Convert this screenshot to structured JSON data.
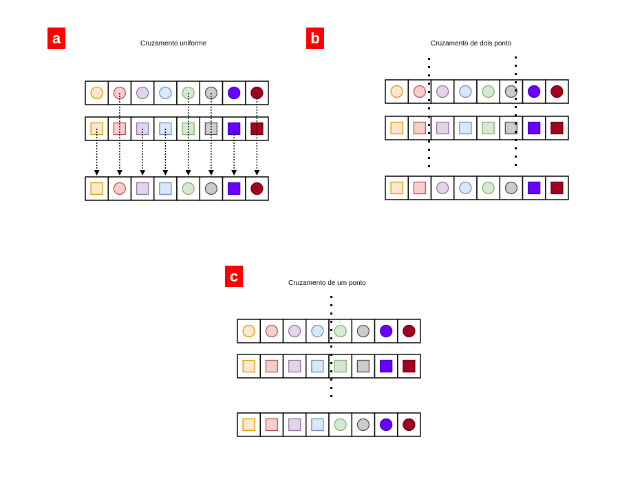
{
  "panels": {
    "a": {
      "letter": "a",
      "title": "Cruzamento uniforme"
    },
    "b": {
      "letter": "b",
      "title": "Cruzamento de dois ponto"
    },
    "c": {
      "letter": "c",
      "title": "Cruzamento de um ponto"
    }
  },
  "colors": {
    "badge": "#ff0000",
    "genes": [
      {
        "fill": "#ffe6cc",
        "stroke": "#d79b00"
      },
      {
        "fill": "#f8cecc",
        "stroke": "#b85450"
      },
      {
        "fill": "#e1d5e7",
        "stroke": "#9673a6"
      },
      {
        "fill": "#dae8fc",
        "stroke": "#6c8ebf"
      },
      {
        "fill": "#d5e8d4",
        "stroke": "#82b366"
      },
      {
        "fill": "#cccccc",
        "stroke": "#555555"
      },
      {
        "fill": "#6a00ff",
        "stroke": "#3700cc"
      },
      {
        "fill": "#a20025",
        "stroke": "#6f0000"
      }
    ]
  },
  "chromosomes": {
    "parent1": [
      "circle",
      "circle",
      "circle",
      "circle",
      "circle",
      "circle",
      "circle",
      "circle"
    ],
    "parent2": [
      "square",
      "square",
      "square",
      "square",
      "square",
      "square",
      "square",
      "square"
    ],
    "uniform_child": [
      "square",
      "circle",
      "square",
      "square",
      "circle",
      "circle",
      "square",
      "circle"
    ],
    "two_point_child": [
      "square",
      "square",
      "circle",
      "circle",
      "circle",
      "circle",
      "square",
      "square"
    ],
    "one_point_child": [
      "square",
      "square",
      "square",
      "square",
      "circle",
      "circle",
      "circle",
      "circle"
    ]
  },
  "uniform_gene_source": [
    "parent2",
    "parent1",
    "parent2",
    "parent2",
    "parent1",
    "parent1",
    "parent2",
    "parent1"
  ]
}
